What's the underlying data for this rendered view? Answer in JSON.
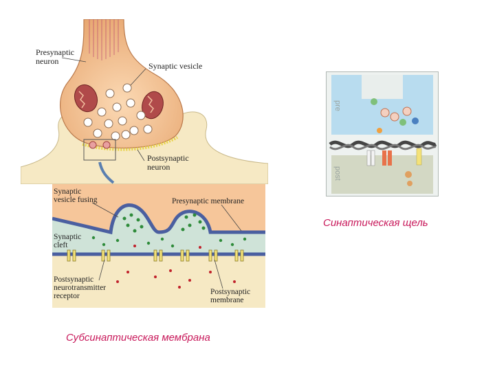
{
  "left_figure": {
    "labels": {
      "presynaptic_neuron": [
        "Presynaptic",
        "neuron"
      ],
      "synaptic_vesicle": "Synaptic vesicle",
      "postsynaptic_neuron": [
        "Postsynaptic",
        "neuron"
      ]
    }
  },
  "inset_figure": {
    "labels": {
      "vesicle_fusing": [
        "Synaptic",
        "vesicle fusing"
      ],
      "presynaptic_membrane": "Presynaptic membrane",
      "synaptic_cleft": [
        "Synaptic",
        "cleft"
      ],
      "receptor": [
        "Postsynaptic",
        "neurotransmitter",
        "receptor"
      ],
      "postsynaptic_membrane": [
        "Postsynaptic",
        "membrane"
      ]
    }
  },
  "right_figure": {
    "labels": {
      "pre": "pre",
      "post": "post"
    }
  },
  "captions": {
    "synaptic_cleft": "Синаптическая щель",
    "subsynaptic_membrane": "Субсинаптическая мембрана"
  },
  "colors": {
    "caption": "#c8185a",
    "neuron_fill": "#f0b27a",
    "cleft_fill": "#cfe3d8",
    "vesicle_dot": "#2e8b3a",
    "transmitter_dot": "#c0202a"
  }
}
